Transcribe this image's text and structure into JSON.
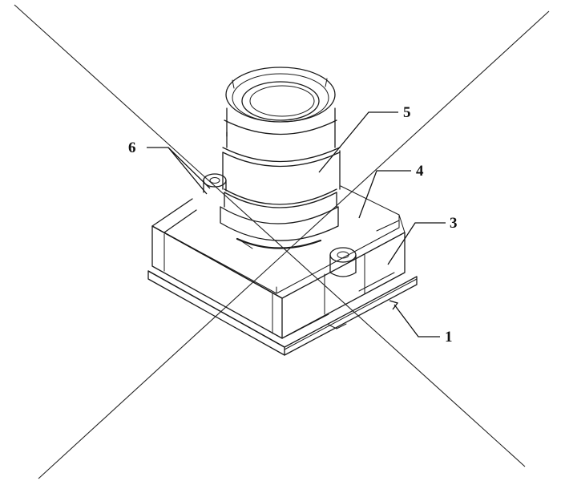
{
  "callouts": [
    {
      "id": "1",
      "text": "1"
    },
    {
      "id": "3",
      "text": "3"
    },
    {
      "id": "4",
      "text": "4"
    },
    {
      "id": "5",
      "text": "5"
    },
    {
      "id": "6",
      "text": "6"
    }
  ],
  "colors": {
    "line": "#1a1a1a",
    "background": "#ffffff"
  }
}
